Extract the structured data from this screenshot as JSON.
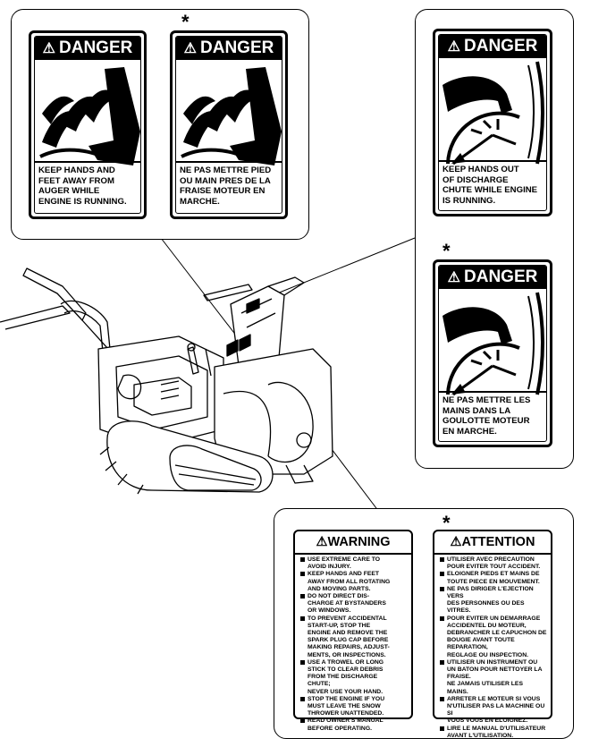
{
  "labels": {
    "auger_en": {
      "header": "DANGER",
      "icon": "warning-triangle-icon",
      "text": "KEEP HANDS AND\nFEET AWAY FROM\nAUGER WHILE\nENGINE IS RUNNING."
    },
    "auger_fr": {
      "star": "*",
      "header": "DANGER",
      "icon": "warning-triangle-icon",
      "text": "NE PAS METTRE PIED\nOU MAIN PRES DE LA\nFRAISE MOTEUR EN\nMARCHE."
    },
    "chute_en": {
      "header": "DANGER",
      "icon": "warning-triangle-icon",
      "text": "KEEP HANDS OUT\nOF DISCHARGE\nCHUTE WHILE ENGINE\nIS RUNNING."
    },
    "chute_fr": {
      "star": "*",
      "header": "DANGER",
      "icon": "warning-triangle-icon",
      "text": "NE PAS METTRE LES\nMAINS DANS LA\nGOULOTTE MOTEUR\nEN MARCHE."
    },
    "warning_en": {
      "header": "WARNING",
      "icon": "warning-triangle-icon",
      "items": [
        "USE EXTREME CARE TO\nAVOID INJURY.",
        "KEEP HANDS AND FEET\nAWAY FROM ALL ROTATING\nAND MOVING PARTS.",
        "DO NOT DIRECT DIS-\nCHARGE AT BYSTANDERS\nOR WINDOWS.",
        "TO PREVENT ACCIDENTAL\nSTART-UP, STOP THE\nENGINE AND REMOVE THE\nSPARK PLUG CAP BEFORE\nMAKING REPAIRS, ADJUST-\nMENTS, OR INSPECTIONS.",
        "USE A TROWEL OR LONG\nSTICK TO CLEAR DEBRIS\nFROM THE DISCHARGE\nCHUTE;\nNEVER USE YOUR HAND.",
        "STOP THE ENGINE IF YOU\nMUST LEAVE THE SNOW\nTHROWER UNATTENDED.",
        "READ OWNER'S MANUAL\nBEFORE OPERATING."
      ]
    },
    "warning_fr": {
      "star": "*",
      "header": "ATTENTION",
      "icon": "warning-triangle-icon",
      "items": [
        "UTILISER AVEC PRECAUTION\nPOUR EVITER TOUT ACCIDENT.",
        "ELOIGNER PIEDS ET MAINS DE\nTOUTE PIECE EN MOUVEMENT.",
        "NE PAS DIRIGER L'EJECTION VERS\nDES PERSONNES OU DES\nVITRES.",
        "POUR EVITER UN DEMARRAGE\nACCIDENTEL DU MOTEUR,\nDEBRANCHER LE CAPUCHON DE\nBOUGIE AVANT TOUTE REPARATION,\nREGLAGE OU INSPECTION.",
        "UTILISER UN INSTRUMENT OU\nUN BATON POUR NETTOYER LA\nFRAISE.\nNE JAMAIS UTILISER LES\nMAINS.",
        "ARRETER LE MOTEUR SI VOUS\nN'UTILISER PAS LA MACHINE OU SI\nVOUS VOUS EN ELOIGNEZ.",
        "LIRE LE MANUAL D'UTILISATEUR\nAVANT L'UTILISATION."
      ]
    }
  },
  "machine": {
    "name": "snow-thrower-illustration"
  }
}
